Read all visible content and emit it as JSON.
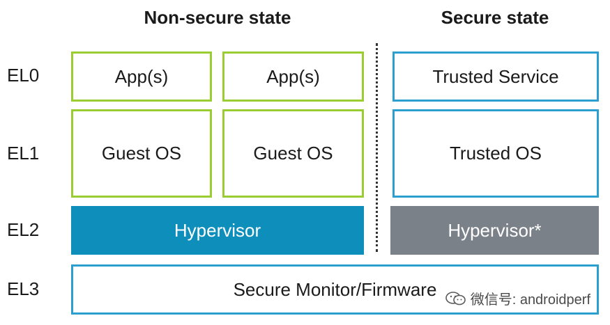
{
  "headings": {
    "non_secure": "Non-secure state",
    "secure": "Secure state"
  },
  "levels": [
    "EL0",
    "EL1",
    "EL2",
    "EL3"
  ],
  "non_secure": {
    "el0": [
      "App(s)",
      "App(s)"
    ],
    "el1": [
      "Guest OS",
      "Guest OS"
    ],
    "el2": "Hypervisor"
  },
  "secure": {
    "el0": "Trusted Service",
    "el1": "Trusted OS",
    "el2": "Hypervisor*"
  },
  "el3": "Secure Monitor/Firmware",
  "watermark": "微信号: androidperf",
  "colors": {
    "green_border": "#9acd32",
    "blue_border": "#2a9fd0",
    "hypervisor_blue": "#0e8fbb",
    "hypervisor_gray": "#7b8189"
  },
  "icons": {
    "watermark": "wechat-icon"
  }
}
